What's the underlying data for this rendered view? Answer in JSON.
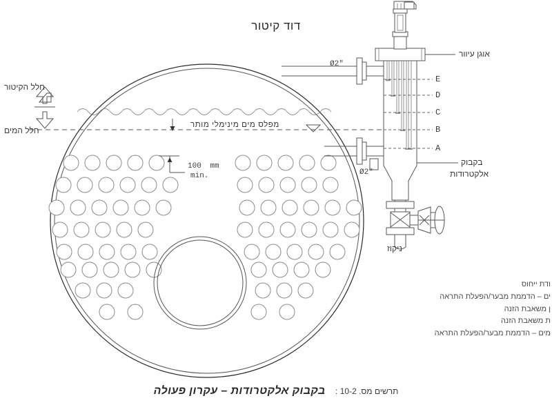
{
  "title": {
    "text": "דוד קיטור"
  },
  "caption": {
    "prefix": "תרשים מס. 10-2 :",
    "main": "בקבוק אלקטרודות – עקרון פעולה"
  },
  "left_labels": {
    "steam_space": "חלל הקיטור",
    "water_space": "חלל המים",
    "arrow_up": "arrow-up-icon",
    "arrow_down": "arrow-down-icon"
  },
  "water_level": {
    "label": "מפלס מים מינימלי מותר",
    "marker": "level-triangle-icon"
  },
  "dimension": {
    "value": "100",
    "unit": "mm",
    "note": "min."
  },
  "pipes": {
    "upper_label": "Ø2\"",
    "lower_label": "Ø2\""
  },
  "callouts": {
    "blind_flange": "אוגן עיוור",
    "electrode_bottle_line1": "בקבוק",
    "electrode_bottle_line2": "אלקטרודות",
    "drain": "ניקוז"
  },
  "electrodes": [
    {
      "id": "E",
      "label": "E"
    },
    {
      "id": "D",
      "label": "D"
    },
    {
      "id": "C",
      "label": "C"
    },
    {
      "id": "B",
      "label": "B"
    },
    {
      "id": "A",
      "label": "A"
    }
  ],
  "legend": {
    "lines": [
      "ודת ייחוס",
      "ים – הדממת מבער/הפעלת התראה",
      "ן משאבת הזנה",
      "ת משאבת הזנה",
      "מים – הדממת מבער/הפעלת התראה"
    ]
  },
  "colors": {
    "line": "#555555",
    "line_dark": "#2a2a2a",
    "text": "#2f2f2f",
    "background": "#ffffff"
  },
  "chart_data": {
    "type": "diagram",
    "title": "דוד קיטור — בקבוק אלקטרודות",
    "tube_rows_left": [
      6,
      6,
      5,
      5,
      4,
      4,
      3,
      2
    ],
    "tube_rows_right": [
      6,
      6,
      5,
      5,
      4,
      4,
      3,
      2
    ],
    "electrode_levels_y": [
      115,
      138,
      163,
      188,
      215
    ],
    "boiler_center": [
      300,
      320
    ],
    "boiler_radius": 225
  }
}
